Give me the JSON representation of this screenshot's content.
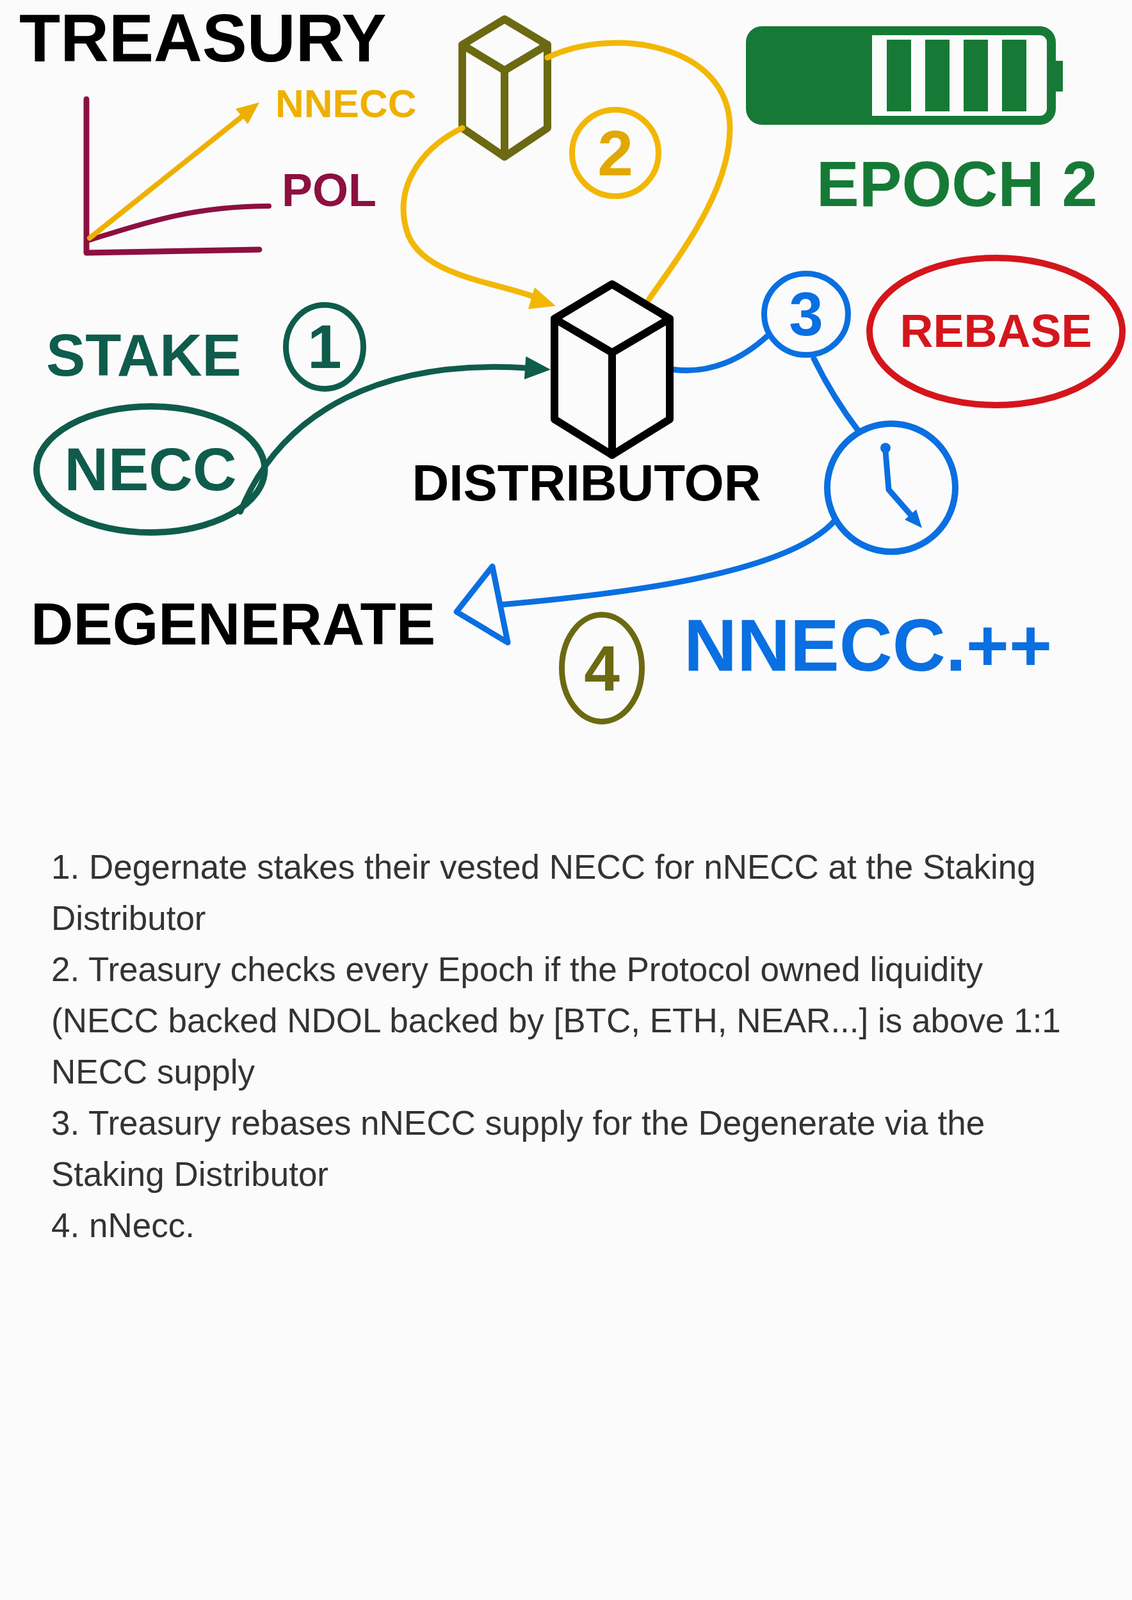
{
  "diagram": {
    "nodes": [
      {
        "text": [
          "2"
        ]
      },
      {
        "text": [
          "1"
        ]
      },
      {
        "text": [
          "3"
        ]
      },
      {
        "text": [
          "REBASE"
        ]
      },
      {
        "text": [
          "DISTRIBUTOR"
        ]
      },
      {
        "text": [
          "NECC"
        ]
      },
      {
        "text": [
          "4"
        ]
      }
    ],
    "edges": [
      {
        "from": 5,
        "to": 4,
        "arrow": "to"
      },
      {
        "from": 4,
        "to": 2,
        "arrow": "none"
      }
    ],
    "labels": [
      "TREASURY",
      "NNECC",
      "POL",
      "EPOCH 2",
      "STAKE",
      "DEGENERATE",
      "NNECC.++",
      "1. Degernate stakes their vested NECC for nNECC at the Staking Distributor",
      "2. Treasury checks every Epoch if the Protocol owned liquidity (NECC backed NDOL backed by [BTC, ETH, NEAR...] is above 1:1 NECC supply",
      "3. Treasury rebases nNECC supply for the Degenerate via the Staking Distributor",
      "4. nNecc."
    ]
  }
}
